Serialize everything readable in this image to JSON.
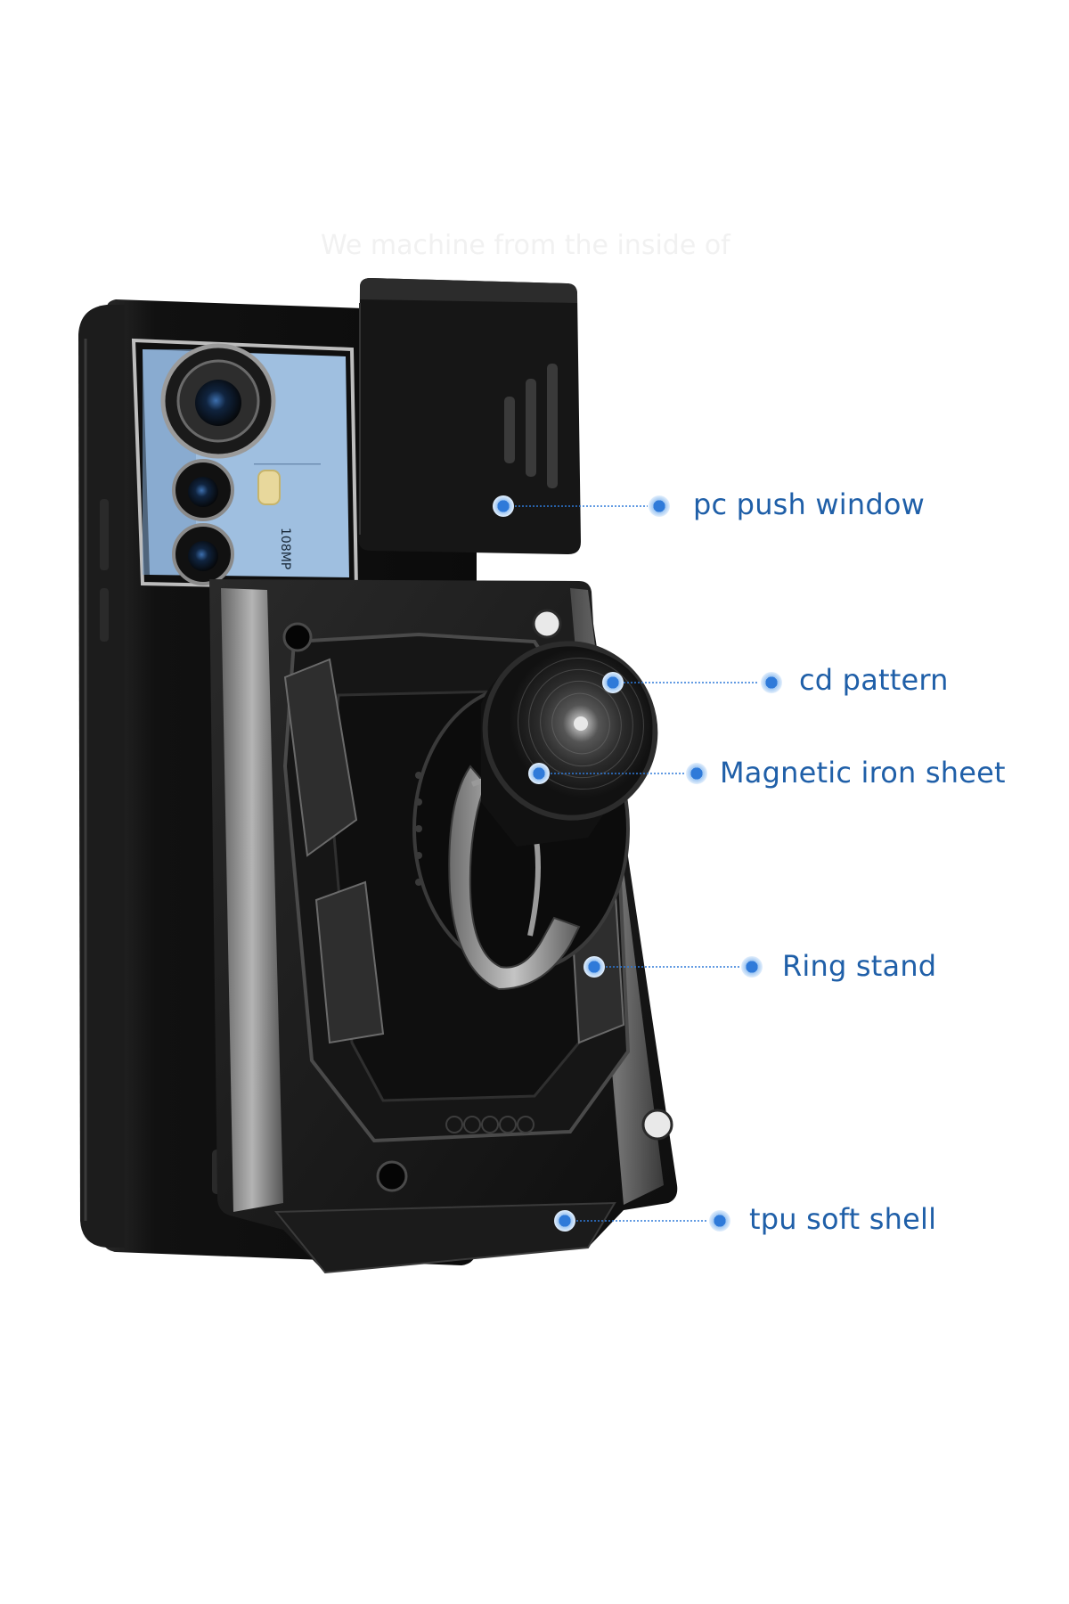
{
  "caption": "We machine from the inside of",
  "callouts": {
    "push_window": "pc push window",
    "cd_pattern": "cd pattern",
    "magnetic_sheet": "Magnetic iron sheet",
    "ring_stand": "Ring stand",
    "tpu_shell": "tpu soft shell"
  },
  "camera_text": "108MP",
  "colors": {
    "background": "#ffffff",
    "label_text": "#1f5fa8",
    "dot": "#2f7ad9",
    "dot_ring": "#9ec6f2",
    "case_body": "#141414",
    "armor_silver": "#8a8a8a",
    "camera_module": "#a9c7e6"
  }
}
